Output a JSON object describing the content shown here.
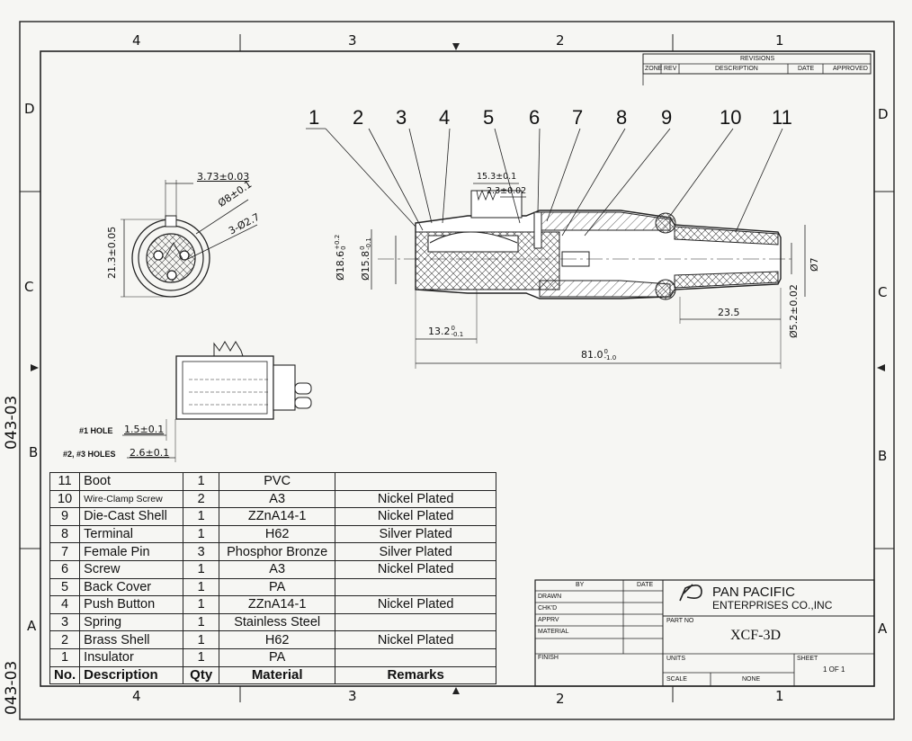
{
  "side_code": "043-03",
  "zones": {
    "columns": [
      "4",
      "3",
      "2",
      "1"
    ],
    "rows": [
      "D",
      "C",
      "B",
      "A"
    ]
  },
  "revisions": {
    "title": "REVISIONS",
    "columns": [
      "ZONE",
      "REV",
      "DESCRIPTION",
      "DATE",
      "APPROVED"
    ]
  },
  "callouts": [
    "1",
    "2",
    "3",
    "4",
    "5",
    "6",
    "7",
    "8",
    "9",
    "10",
    "11"
  ],
  "dimensions": {
    "front_width": "3.73±0.03",
    "front_hole": "Ø8±0.1",
    "front_holes3": "3-Ø2.7",
    "front_height": "21.3±0.05",
    "d1": "Ø18.6",
    "d1_tol_upper": "+0.2",
    "d1_tol_lower": "0",
    "d2": "Ø15.8",
    "d2_tol_upper": "0",
    "d2_tol_lower": "-0.1",
    "top1": "15.3±0.1",
    "top2": "2.3±0.02",
    "len1": "13.2",
    "len1_tol_upper": "0",
    "len1_tol_lower": "-0.1",
    "len_total": "81.0",
    "len_total_tol_upper": "0",
    "len_total_tol_lower": "-1.0",
    "len_boot": "23.5",
    "d_boot": "Ø5.2±0.02",
    "d_cable": "Ø7",
    "hole1_label": "#1 HOLE",
    "hole1_value": "1.5±0.1",
    "hole23_label": "#2, #3 HOLES",
    "hole23_value": "2.6±0.1"
  },
  "bom": {
    "headers": [
      "No.",
      "Description",
      "Qty",
      "Material",
      "Remarks"
    ],
    "rows": [
      {
        "no": "11",
        "desc": "Boot",
        "qty": "1",
        "mat": "PVC",
        "rem": ""
      },
      {
        "no": "10",
        "desc": "Wire-Clamp Screw",
        "qty": "2",
        "mat": "A3",
        "rem": "Nickel Plated"
      },
      {
        "no": "9",
        "desc": "Die-Cast Shell",
        "qty": "1",
        "mat": "ZZnA14-1",
        "rem": "Nickel Plated"
      },
      {
        "no": "8",
        "desc": "Terminal",
        "qty": "1",
        "mat": "H62",
        "rem": "Silver Plated"
      },
      {
        "no": "7",
        "desc": "Female Pin",
        "qty": "3",
        "mat": "Phosphor Bronze",
        "rem": "Silver Plated"
      },
      {
        "no": "6",
        "desc": "Screw",
        "qty": "1",
        "mat": "A3",
        "rem": "Nickel Plated"
      },
      {
        "no": "5",
        "desc": "Back Cover",
        "qty": "1",
        "mat": "PA",
        "rem": ""
      },
      {
        "no": "4",
        "desc": "Push Button",
        "qty": "1",
        "mat": "ZZnA14-1",
        "rem": "Nickel Plated"
      },
      {
        "no": "3",
        "desc": "Spring",
        "qty": "1",
        "mat": "Stainless Steel",
        "rem": ""
      },
      {
        "no": "2",
        "desc": "Brass Shell",
        "qty": "1",
        "mat": "H62",
        "rem": "Nickel Plated"
      },
      {
        "no": "1",
        "desc": "Insulator",
        "qty": "1",
        "mat": "PA",
        "rem": ""
      }
    ]
  },
  "title_block": {
    "by_label": "BY",
    "date_label": "DATE",
    "row_labels": [
      "DRAWN",
      "CHK'D",
      "APPRV",
      "MATERIAL",
      "FINISH"
    ],
    "company_line1": "PAN PACIFIC",
    "company_line2": "ENTERPRISES CO.,INC",
    "part_no_label": "PART NO",
    "part_no": "XCF-3D",
    "units_label": "UNITS",
    "sheet_label": "SHEET",
    "sheet_value": "1 OF 1",
    "scale_label": "SCALE",
    "scale_value": "NONE"
  }
}
